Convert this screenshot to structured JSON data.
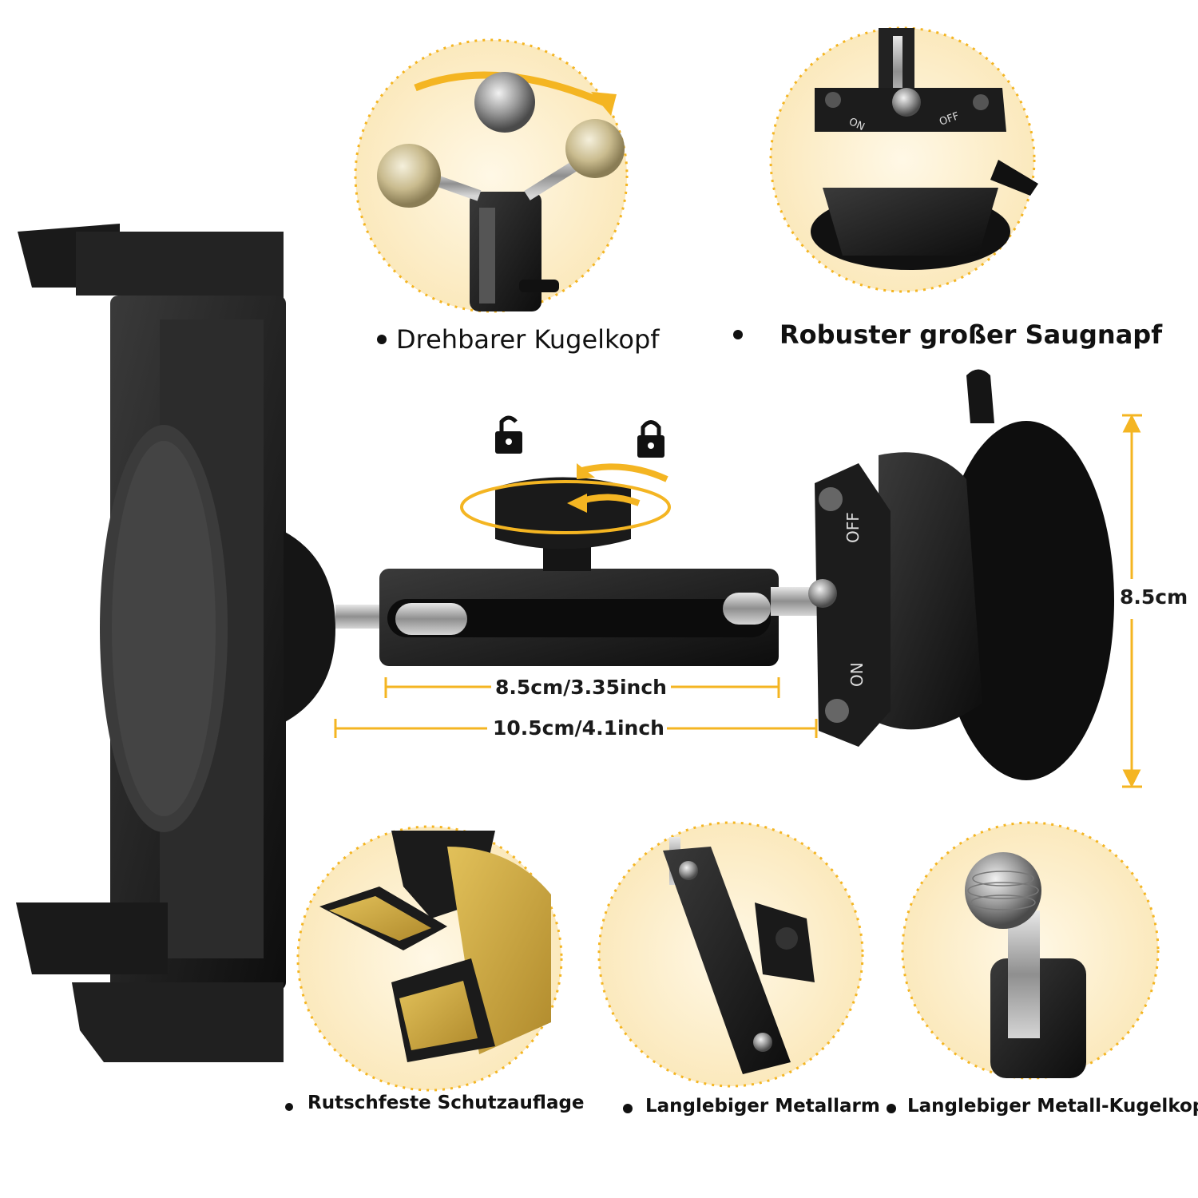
{
  "features": {
    "ball_head": "Drehbarer Kugelkopf",
    "suction_cup": "Robuster großer Saugnapf",
    "anti_slip_pad": "Rutschfeste Schutzauflage",
    "metal_arm": "Langlebiger Metallarm",
    "metal_ball_head": "Langlebiger Metall-Kugelkopf"
  },
  "dimensions": {
    "arm_length": "8.5cm/3.35inch",
    "total_length": "10.5cm/4.1inch",
    "suction_height": "8.5cm"
  },
  "suction_labels": {
    "on": "ON",
    "off": "OFF"
  },
  "icons": [
    "unlock-icon",
    "lock-icon",
    "rotate-arrow-icon"
  ],
  "colors": {
    "accent": "#f4b522",
    "circle_bg": "#fdf3da",
    "product": "#1b1b1b"
  }
}
